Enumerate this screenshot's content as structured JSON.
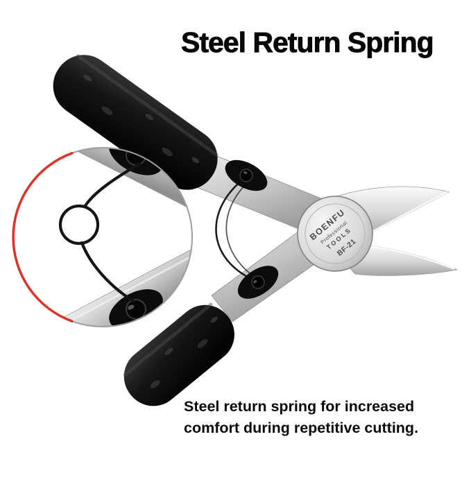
{
  "headline": {
    "text": "Steel Return Spring"
  },
  "caption": {
    "line1": "Steel return spring for increased",
    "line2": "comfort during repetitive cutting."
  },
  "product": {
    "pivot_engraving": {
      "brand": "BOENFU",
      "sub1": "Professional",
      "sub2": "TOOLS",
      "model": "BF-21"
    }
  },
  "colors": {
    "background": "#ffffff",
    "headline_text": "#060606",
    "caption_text": "#0a0a0a",
    "accent_red": "#dd3328",
    "circle_gray": "#9e9e9e",
    "handle_black": "#101010",
    "steel_gray": "#c6c6c6",
    "spring_wire": "#161616"
  }
}
